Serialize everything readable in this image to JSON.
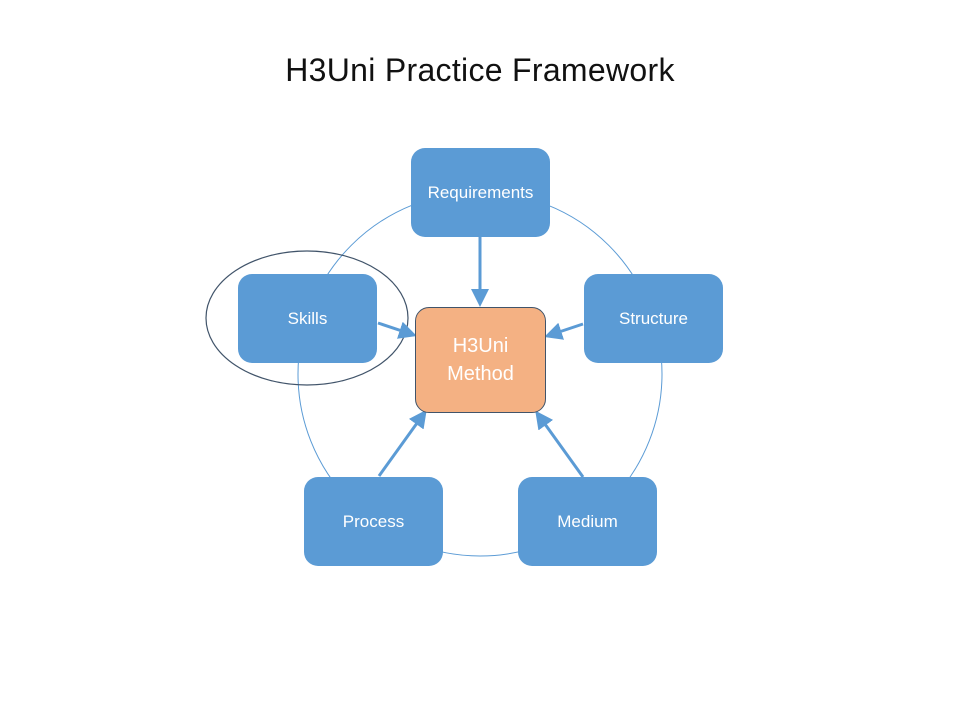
{
  "title": "H3Uni Practice Framework",
  "center": {
    "line1": "H3Uni",
    "line2": "Method"
  },
  "nodes": {
    "requirements": "Requirements",
    "structure": "Structure",
    "medium": "Medium",
    "process": "Process",
    "skills": "Skills"
  },
  "highlighted_node": "skills",
  "colors": {
    "node_fill": "#5b9bd5",
    "center_fill": "#f4b183",
    "center_border": "#41546a",
    "arrow": "#5b9bd5",
    "circle": "#5b9bd5",
    "highlight_ellipse": "#41546a"
  }
}
